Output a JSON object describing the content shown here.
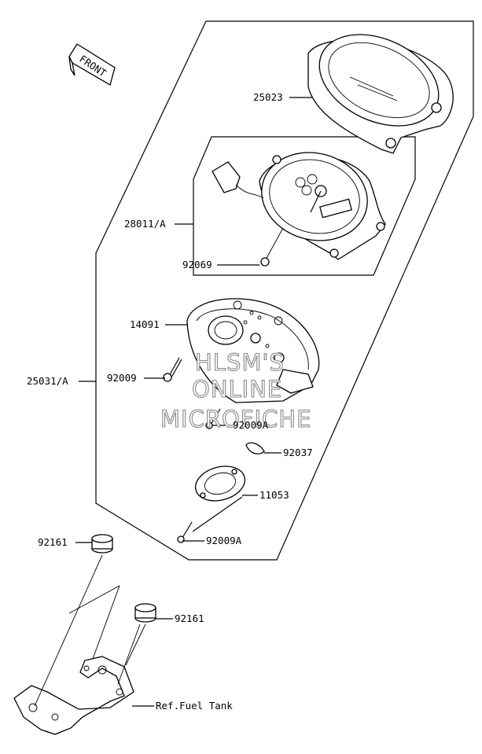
{
  "front_marker": "FRONT",
  "parts": {
    "p25023": "25023",
    "p28011A": "28011/A",
    "p92069": "92069",
    "p14091": "14091",
    "p25031A": "25031/A",
    "p92009": "92009",
    "p92009A_upper": "92009A",
    "p92037": "92037",
    "p11053": "11053",
    "p92009A_lower": "92009A",
    "p92161_left": "92161",
    "p92161_right": "92161",
    "ref_fuel_tank": "Ref.Fuel Tank"
  },
  "watermark": {
    "line1": "HLSM'S",
    "line2": "ONLINE",
    "line3": "MICROFICHE"
  }
}
